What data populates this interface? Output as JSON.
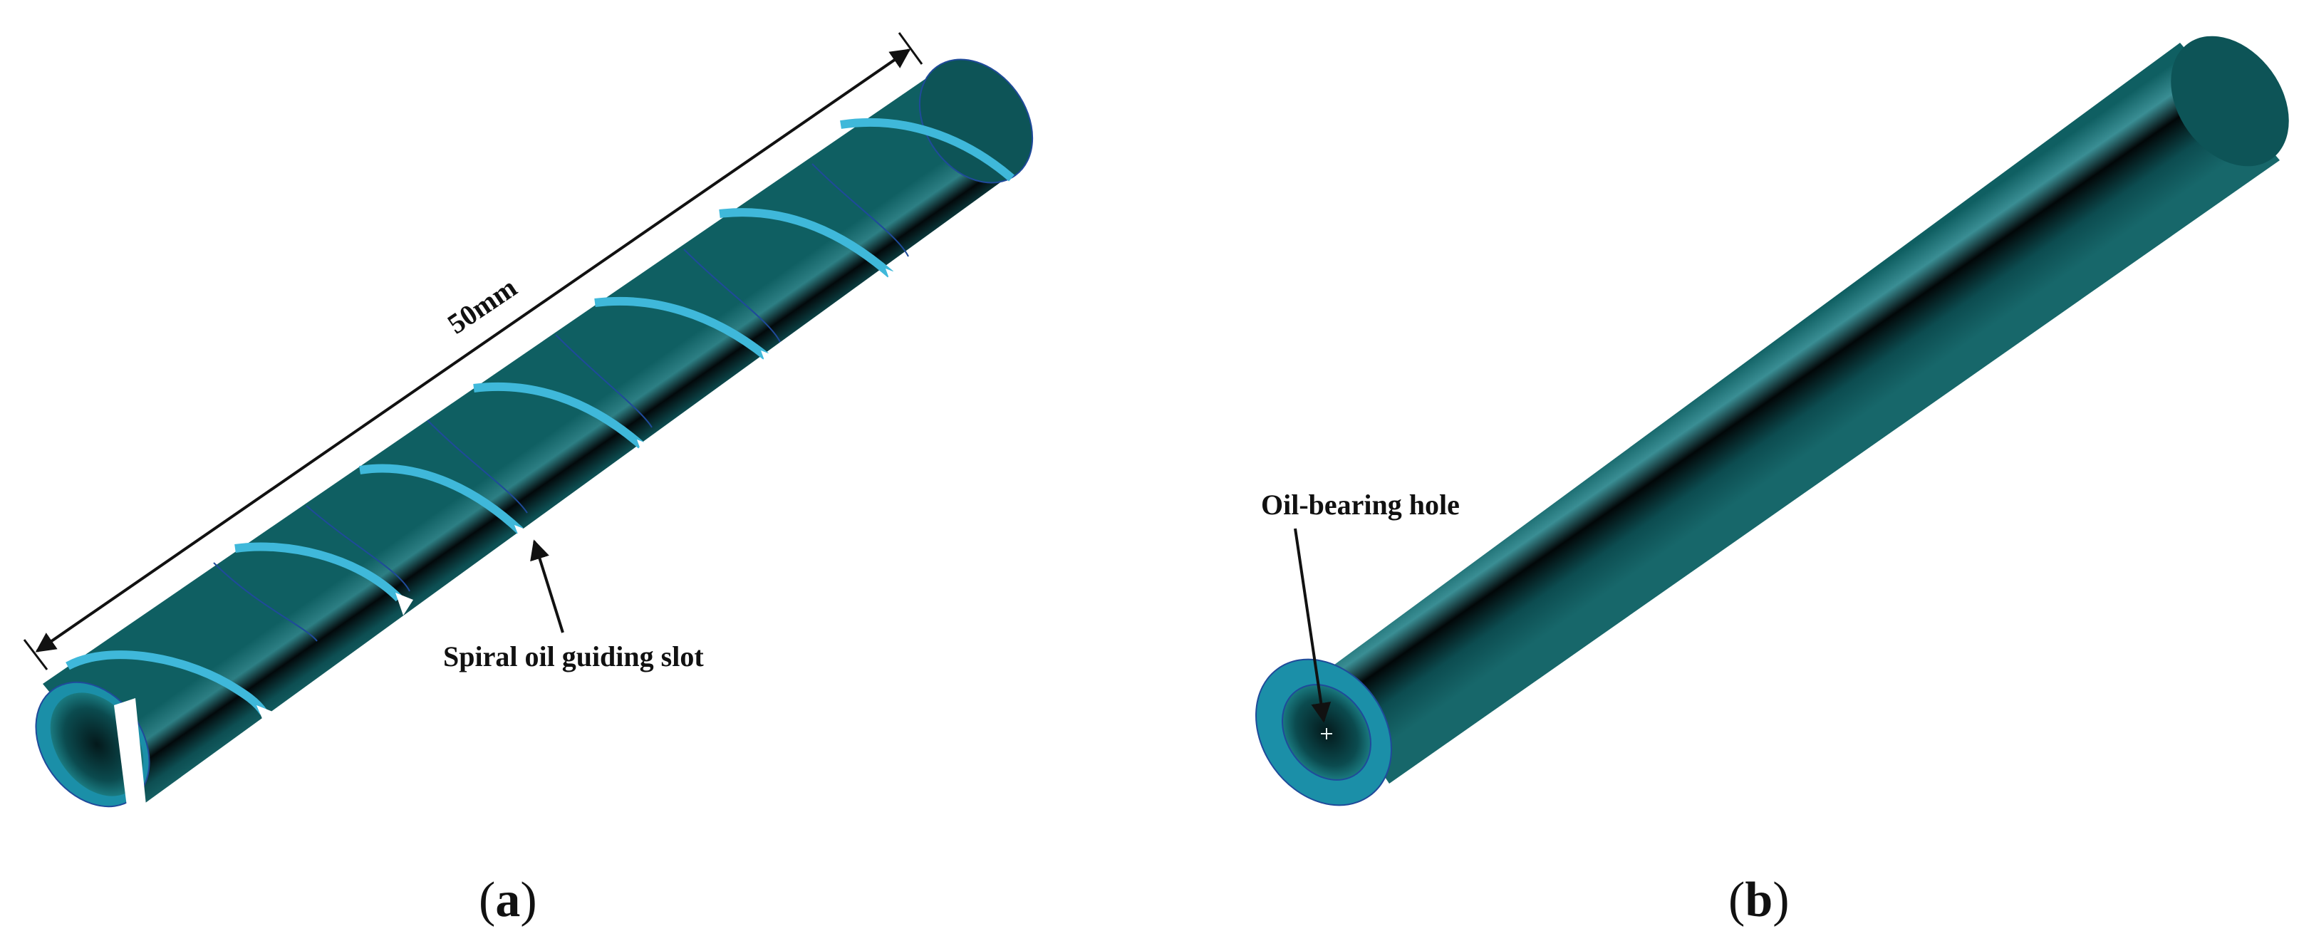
{
  "panel_a": {
    "dimension_label": "50mm",
    "annotation": "Spiral oil guiding slot",
    "caption_open": "(",
    "caption_letter": "a",
    "caption_close": ")"
  },
  "panel_b": {
    "annotation": "Oil-bearing hole",
    "caption_open": "(",
    "caption_letter": "b",
    "caption_close": ")"
  },
  "colors": {
    "tube_body": "#0f5a5c",
    "tube_dark": "#020a0c",
    "tube_highlight": "#5fb8bf",
    "slot_edge": "#3fb8da",
    "end_face": "#1b8fa8",
    "outline": "#1f4a9a",
    "annotation_ink": "#111111"
  }
}
